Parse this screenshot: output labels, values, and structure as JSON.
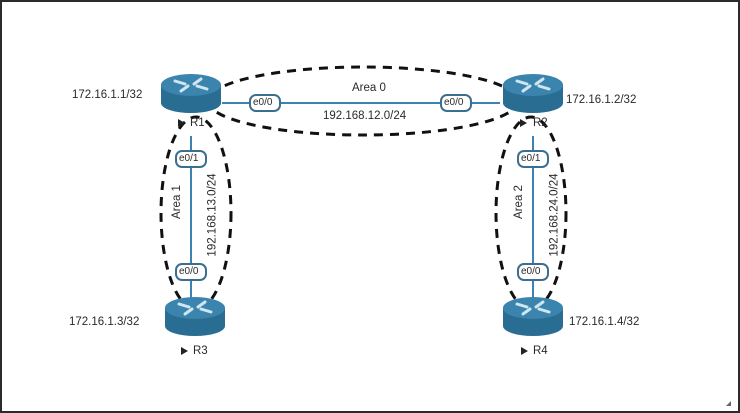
{
  "diagram": {
    "routers": [
      {
        "name": "R1",
        "loopback": "172.16.1.1/32"
      },
      {
        "name": "R2",
        "loopback": "172.16.1.2/32"
      },
      {
        "name": "R3",
        "loopback": "172.16.1.3/32"
      },
      {
        "name": "R4",
        "loopback": "172.16.1.4/32"
      }
    ],
    "links": [
      {
        "from": "R1",
        "to": "R2",
        "from_if": "e0/0",
        "to_if": "e0/0",
        "subnet": "192.168.12.0/24",
        "area": "Area 0"
      },
      {
        "from": "R1",
        "to": "R3",
        "from_if": "e0/1",
        "to_if": "e0/0",
        "subnet": "192.168.13.0/24",
        "area": "Area 1"
      },
      {
        "from": "R2",
        "to": "R4",
        "from_if": "e0/1",
        "to_if": "e0/0",
        "subnet": "192.168.24.0/24",
        "area": "Area 2"
      }
    ],
    "colors": {
      "router": "#2a6d93",
      "router_top": "#3b84ad",
      "link": "#3c82b4",
      "area_outline": "#111111"
    }
  }
}
